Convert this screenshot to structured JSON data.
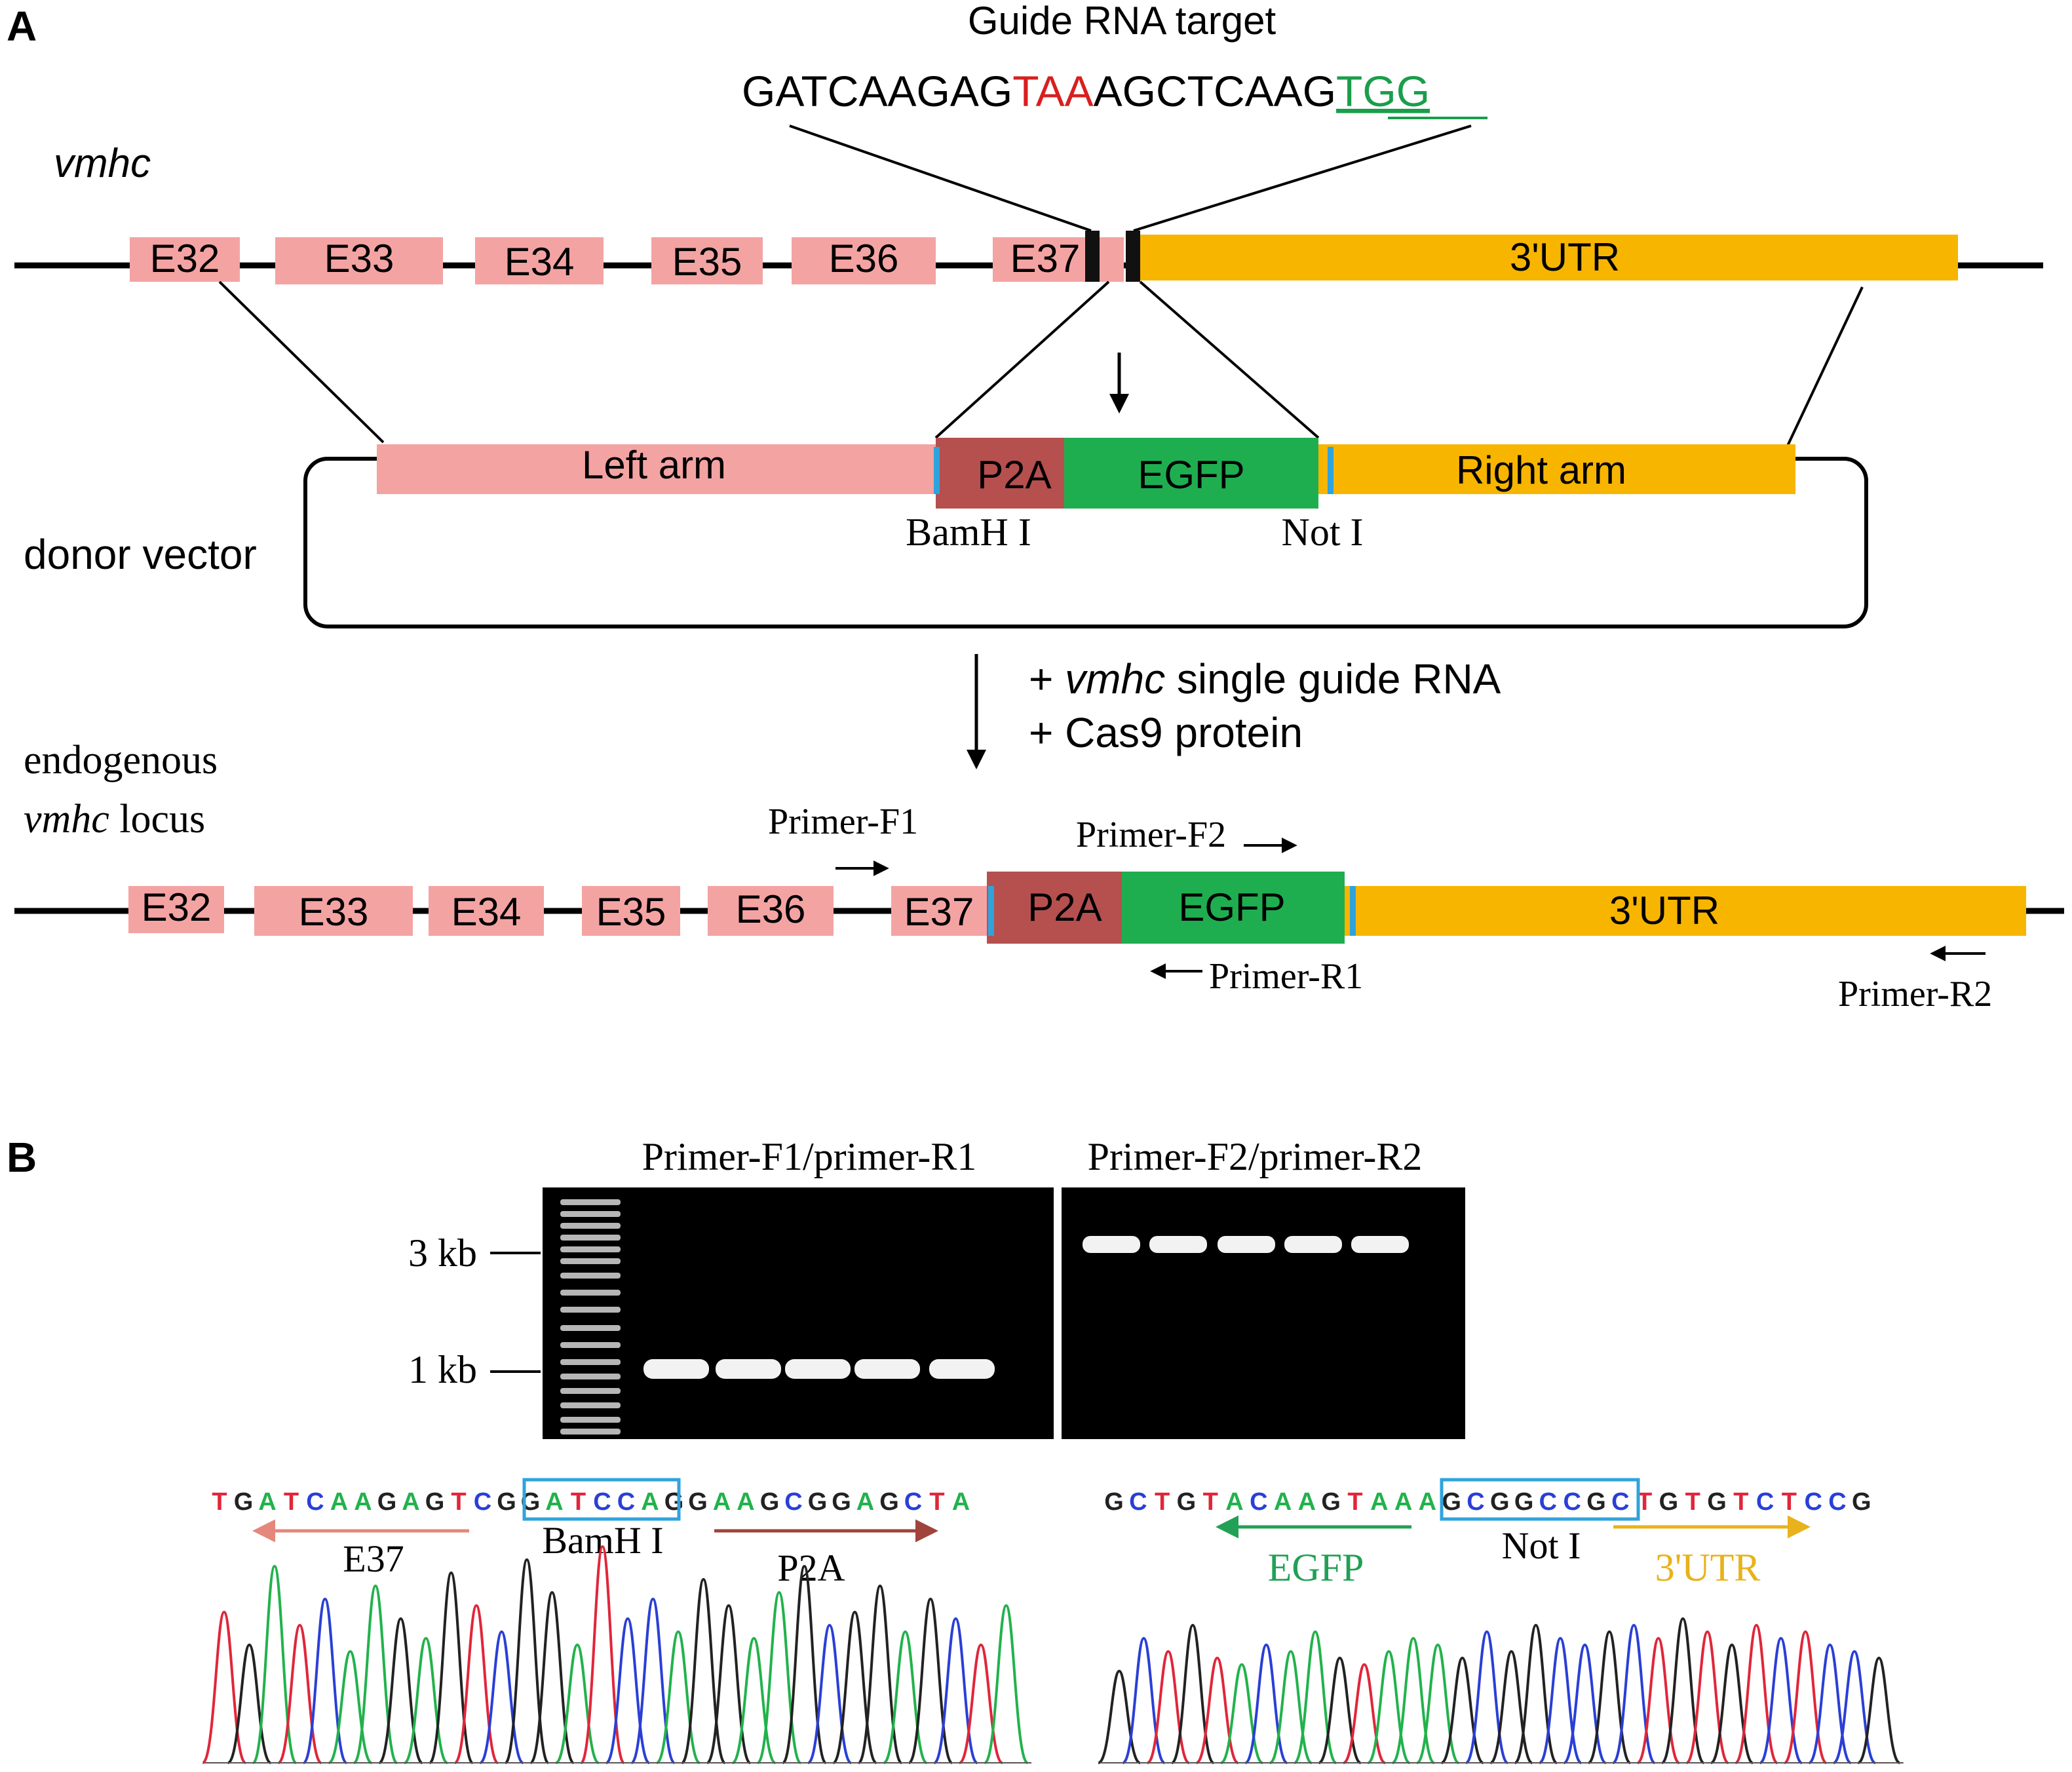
{
  "panel_a": {
    "label": "A",
    "guide_title": "Guide RNA target",
    "guide_seq": {
      "part1": "GATCAAGAG",
      "stop": "TAA",
      "part2": "AGCTCAAG",
      "pam": "TGG"
    },
    "gene_name": "vmhc",
    "exons": [
      "E32",
      "E33",
      "E34",
      "E35",
      "E36",
      "E37"
    ],
    "utr_label": "3'UTR",
    "donor": {
      "label": "donor vector",
      "left_arm": "Left arm",
      "p2a": "P2A",
      "egfp": "EGFP",
      "right_arm": "Right arm",
      "site1": "BamH I",
      "site2": "Not I"
    },
    "injection": {
      "line1_pre": "+ ",
      "line1_italic": "vmhc",
      "line1_post": " single guide RNA",
      "line2": "+ Cas9 protein"
    },
    "locus": {
      "label1": "endogenous",
      "label2_italic": "vmhc",
      "label2_rest": " locus",
      "exons": [
        "E32",
        "E33",
        "E34",
        "E35",
        "E36",
        "E37"
      ],
      "p2a": "P2A",
      "egfp": "EGFP",
      "utr_label": "3'UTR",
      "primer_f1": "Primer-F1",
      "primer_f2": "Primer-F2",
      "primer_r1": "Primer-R1",
      "primer_r2": "Primer-R2"
    }
  },
  "panel_b": {
    "label": "B",
    "gel1_title": "Primer-F1/primer-R1",
    "gel2_title": "Primer-F2/primer-R2",
    "marker_3kb": "3 kb",
    "marker_1kb": "1 kb",
    "seq1": {
      "letters": "TGATCAAGAGTCGGATCCAGGAAGCGGAGCTA",
      "e37": "E37",
      "site": "BamH I",
      "p2a": "P2A"
    },
    "seq2": {
      "letters": "GCTGTACAAGTAAAGCGGCCGCTGTGTCTCCG",
      "egfp": "EGFP",
      "site": "Not I",
      "utr": "3'UTR"
    }
  },
  "colors": {
    "exon_pink": "#f4a3a3",
    "utr_yellow": "#f7b500",
    "p2a_red": "#b5504f",
    "egfp_green": "#1fae4f",
    "stop_red": "#d81f1f",
    "pam_green": "#1a9e4b",
    "site_blue": "#2fa3dc",
    "egfp_label": "#22a055",
    "utr_label": "#e8b21a",
    "arrow_e37": "#e5877c",
    "arrow_p2a": "#a0433d",
    "base_A": "#22b24c",
    "base_C": "#2a3fd6",
    "base_G": "#222222",
    "base_T": "#e0263a"
  }
}
